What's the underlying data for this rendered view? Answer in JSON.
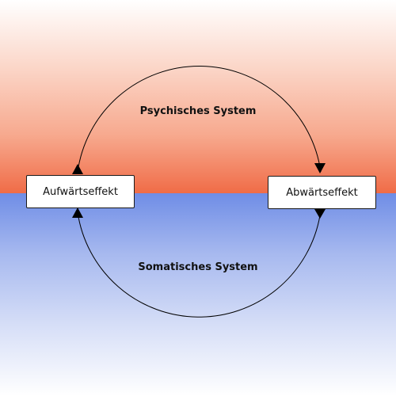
{
  "colors": {
    "top_region": "#f06c47",
    "bottom_region": "#6f8de6",
    "line": "#000000"
  },
  "nodes": {
    "left": "Aufwärtseffekt",
    "right": "Abwärtseffekt"
  },
  "arcs": {
    "top": "Psychisches System",
    "bottom": "Somatisches System"
  },
  "edges": [
    {
      "from": "left",
      "to": "right",
      "via": "top"
    },
    {
      "from": "right",
      "to": "left",
      "via": "bottom"
    }
  ]
}
